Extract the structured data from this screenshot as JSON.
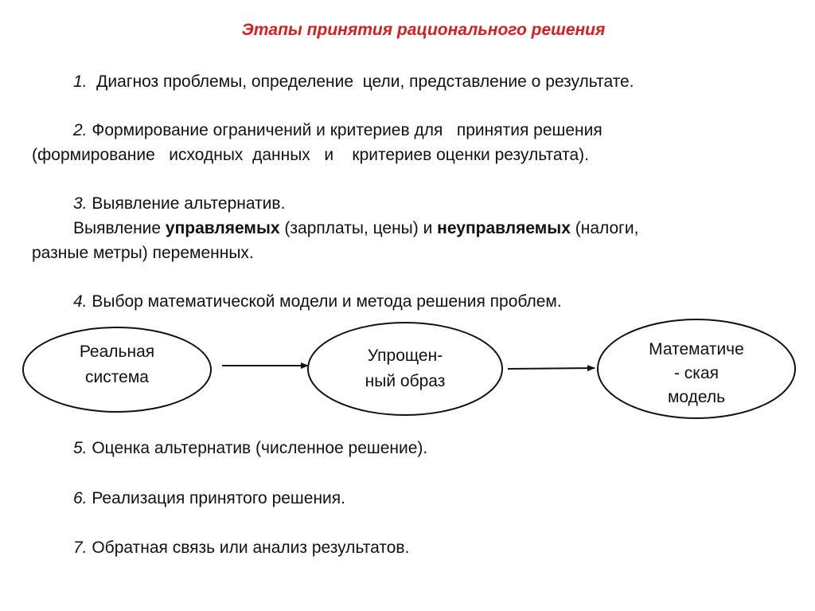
{
  "title": "Этапы принятия рационального решения",
  "steps": {
    "s1": {
      "num": "1.",
      "text": "  Диагноз проблемы, определение  цели, представление о результате."
    },
    "s2": {
      "num": "2.",
      "text": " Формирование ограничений и критериев для   принятия решения",
      "cont": "(формирование   исходных  данных   и    критериев оценки результата)."
    },
    "s3": {
      "num": "3.",
      "text": " Выявление альтернатив.",
      "detail_prefix": "Выявление ",
      "detail_bold1": "управляемых",
      "detail_mid": " (зарплаты, цены) и ",
      "detail_bold2": "неуправляемых",
      "detail_suffix": " (налоги,",
      "cont": "разные метры) переменных."
    },
    "s4": {
      "num": "4.",
      "text": " Выбор математической модели и метода решения проблем."
    },
    "s5": {
      "num": "5.",
      "text": " Оценка альтернатив (численное решение)."
    },
    "s6": {
      "num": "6.",
      "text": " Реализация принятого решения."
    },
    "s7": {
      "num": "7.",
      "text": " Обратная связь или анализ результатов."
    }
  },
  "diagram": {
    "nodes": [
      {
        "line1": "Реальная",
        "line2": "система"
      },
      {
        "line1": "Упрощен-",
        "line2": "ный образ"
      },
      {
        "line1": "Математиче",
        "line2": "- ская",
        "line3": "модель"
      }
    ]
  }
}
